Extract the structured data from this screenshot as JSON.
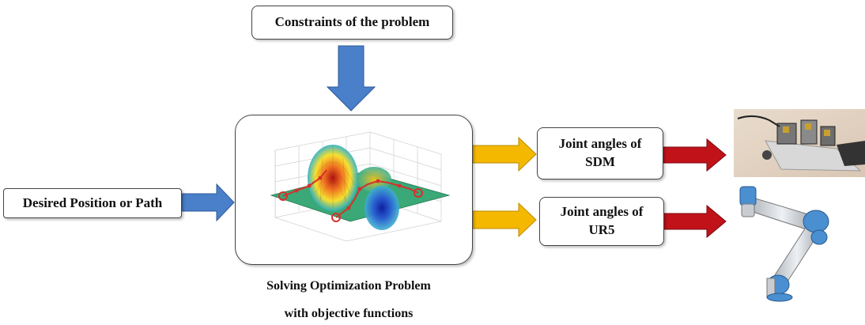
{
  "constraints_label": "Constraints of the problem",
  "input_label": "Desired Position or Path",
  "output_sdm": {
    "line1": "Joint angles of",
    "line2": "SDM"
  },
  "output_ur5": {
    "line1": "Joint angles of",
    "line2": "UR5"
  },
  "caption": {
    "line1": "Solving Optimization Problem",
    "line2": "with objective functions"
  },
  "colors": {
    "blue_arrow": "#4a7fc9",
    "yellow_arrow": "#f5b800",
    "red_arrow": "#c1121a",
    "plane": "#3aa877",
    "path": "#d6312b"
  },
  "icons": [
    "optimization-surface-plot",
    "sdm-robot-photo",
    "ur5-robot-arm"
  ]
}
